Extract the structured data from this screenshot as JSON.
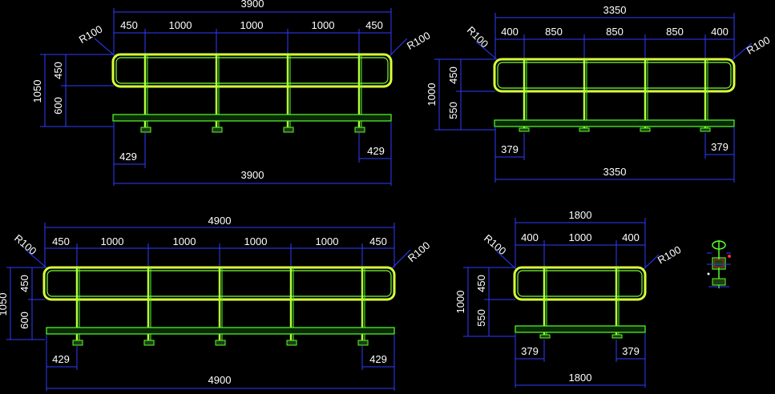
{
  "drawings": [
    {
      "id": "rail-3900",
      "radius_label_left": "R100",
      "radius_label_right": "R100",
      "top_total": "3900",
      "top_segments": [
        "450",
        "1000",
        "1000",
        "1000",
        "450"
      ],
      "height_total": "1050",
      "height_upper": "450",
      "height_lower": "600",
      "offset_left": "429",
      "offset_right": "429",
      "bottom_total": "3900"
    },
    {
      "id": "rail-3350",
      "radius_label_left": "R100",
      "radius_label_right": "R100",
      "top_total": "3350",
      "top_segments": [
        "400",
        "850",
        "850",
        "850",
        "400"
      ],
      "height_total": "1000",
      "height_upper": "450",
      "height_lower": "550",
      "offset_left": "379",
      "offset_right": "379",
      "bottom_total": "3350"
    },
    {
      "id": "rail-4900",
      "radius_label_left": "R100",
      "radius_label_right": "R100",
      "top_total": "4900",
      "top_segments": [
        "450",
        "1000",
        "1000",
        "1000",
        "1000",
        "450"
      ],
      "height_total": "1050",
      "height_upper": "450",
      "height_lower": "600",
      "offset_left": "429",
      "offset_right": "429",
      "bottom_total": "4900"
    },
    {
      "id": "rail-1800",
      "radius_label_left": "R100",
      "radius_label_right": "R100",
      "top_total": "1800",
      "top_segments": [
        "400",
        "1000",
        "400"
      ],
      "height_total": "1000",
      "height_upper": "450",
      "height_lower": "550",
      "offset_left": "379",
      "offset_right": "379",
      "bottom_total": "1800"
    }
  ],
  "colors": {
    "background": "#000000",
    "dimension_lines": "#2f3bff",
    "dimension_text": "#ffffff",
    "rail": "#d8ff3a",
    "post": "#b6ff3a",
    "base_plate": "#57ff2a"
  }
}
